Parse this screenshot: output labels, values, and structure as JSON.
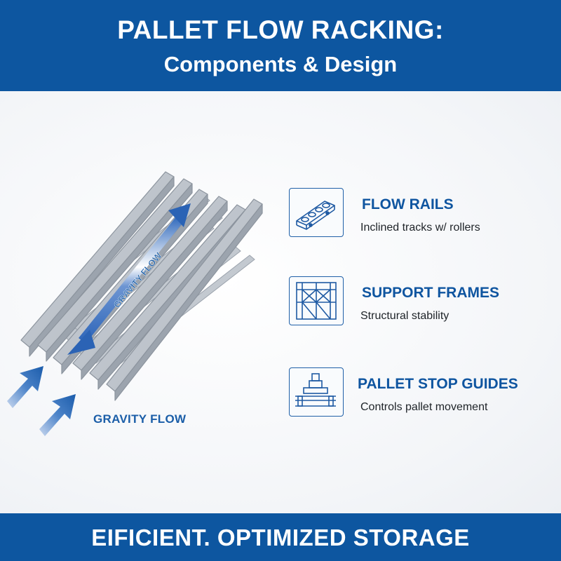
{
  "header": {
    "title": "PALLET FLOW RACKING:",
    "subtitle": "Components & Design"
  },
  "diagram": {
    "arrow_label": "GRAVITY FLOW",
    "bottom_label": "GRAVITY FLOW"
  },
  "features": [
    {
      "title": "FLOW RAILS",
      "description": "Inclined tracks w/ rollers",
      "icon": "flow-rail-icon"
    },
    {
      "title": "SUPPORT FRAMES",
      "description": "Structural stability",
      "icon": "frame-icon"
    },
    {
      "title": "PALLET STOP GUIDES",
      "description": "Controls pallet movement",
      "icon": "pallet-stop-icon"
    }
  ],
  "footer": {
    "tagline": "EIFICIENT. OPTIMIZED STORAGE"
  },
  "colors": {
    "brand_blue": "#0d56a0",
    "accent_blue": "#1b5ea8",
    "rail_gray": "#b8bec6",
    "background": "#f6f7f9"
  }
}
